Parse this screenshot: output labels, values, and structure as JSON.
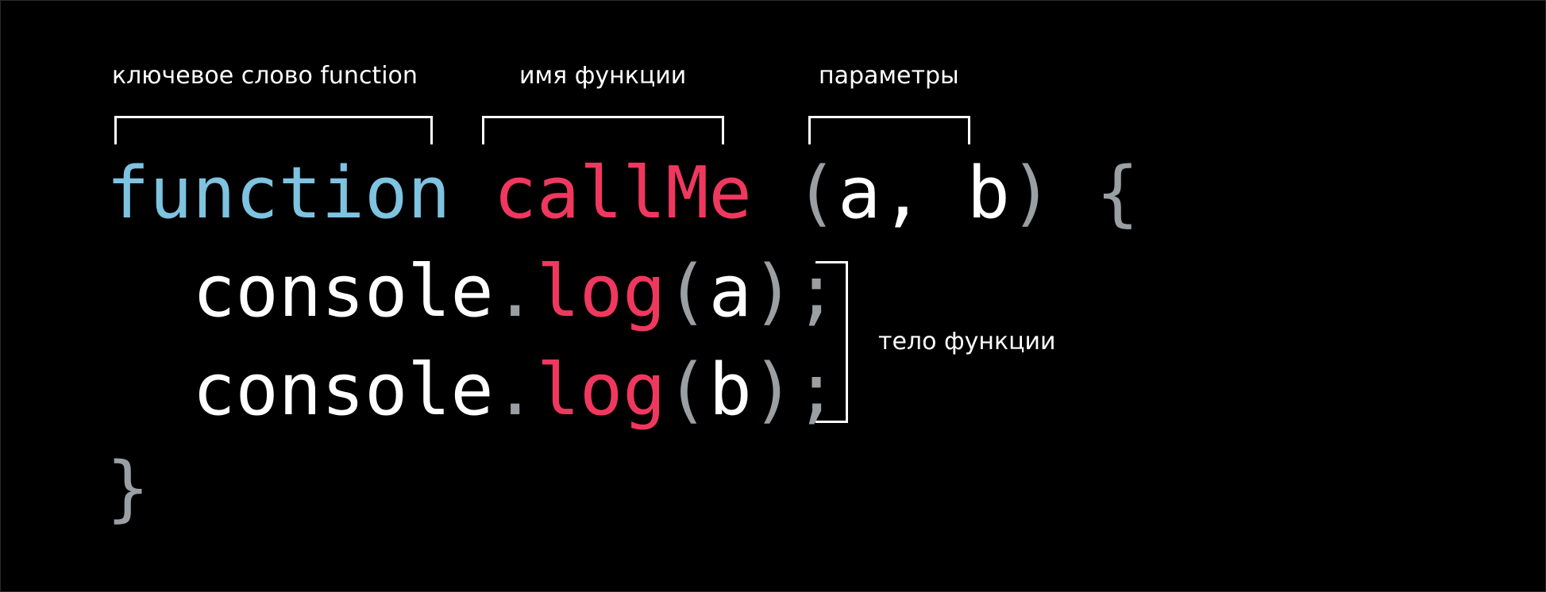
{
  "annotations": {
    "keyword": "ключевое слово function",
    "function_name": "имя функции",
    "parameters": "параметры",
    "body": "тело функции"
  },
  "code": {
    "line1": {
      "keyword": "function",
      "name": "callMe",
      "open_paren": "(",
      "param_a": "a",
      "comma": ",",
      "param_b": "b",
      "close_paren": ")",
      "open_brace": "{"
    },
    "line2": {
      "object": "console",
      "dot": ".",
      "method": "log",
      "open_paren": "(",
      "arg": "a",
      "close_paren": ")",
      "semicolon": ";"
    },
    "line3": {
      "object": "console",
      "dot": ".",
      "method": "log",
      "open_paren": "(",
      "arg": "b",
      "close_paren": ")",
      "semicolon": ";"
    },
    "line4": {
      "close_brace": "}"
    }
  },
  "colors": {
    "background": "#000000",
    "keyword": "#7ec3e0",
    "function_name": "#f0385f",
    "punctuation": "#9a9fa3",
    "plain": "#ffffff"
  }
}
